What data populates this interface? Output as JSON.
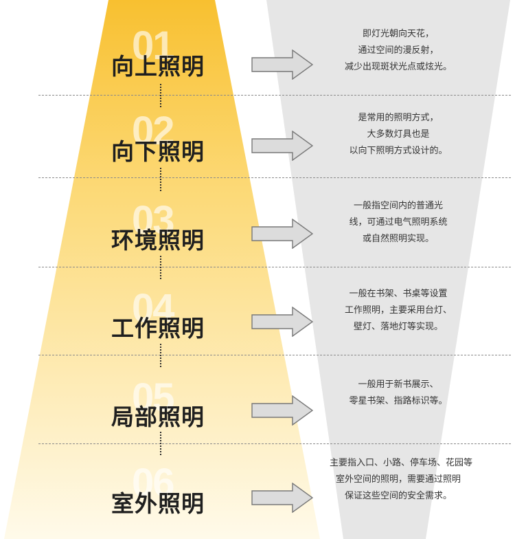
{
  "colors": {
    "funnel_top": "#f8c030",
    "funnel_bottom": "#fffaea",
    "gray_funnel": "#e6e6e6",
    "arrow_fill": "#dcdcdc",
    "arrow_stroke": "#777777"
  },
  "rows": [
    {
      "number": "01",
      "title": "向上照明",
      "description": [
        "即灯光朝向天花，",
        "通过空间的漫反射，",
        "减少出现斑状光点或炫光。"
      ]
    },
    {
      "number": "02",
      "title": "向下照明",
      "description": [
        "是常用的照明方式，",
        "大多数灯具也是",
        "以向下照明方式设计的。"
      ]
    },
    {
      "number": "03",
      "title": "环境照明",
      "description": [
        "一般指空间内的普通光",
        "线，可通过电气照明系统",
        "或自然照明实现。"
      ]
    },
    {
      "number": "04",
      "title": "工作照明",
      "description": [
        "一般在书架、书桌等设置",
        "工作照明，主要采用台灯、",
        "壁灯、落地灯等实现。"
      ]
    },
    {
      "number": "05",
      "title": "局部照明",
      "description": [
        "一般用于新书展示、",
        "零星书架、指路标识等。"
      ]
    },
    {
      "number": "06",
      "title": "室外照明",
      "description": [
        "主要指入口、小路、停车场、花园等",
        "室外空间的照明，需要通过照明",
        "保证这些空间的安全需求。"
      ]
    }
  ]
}
